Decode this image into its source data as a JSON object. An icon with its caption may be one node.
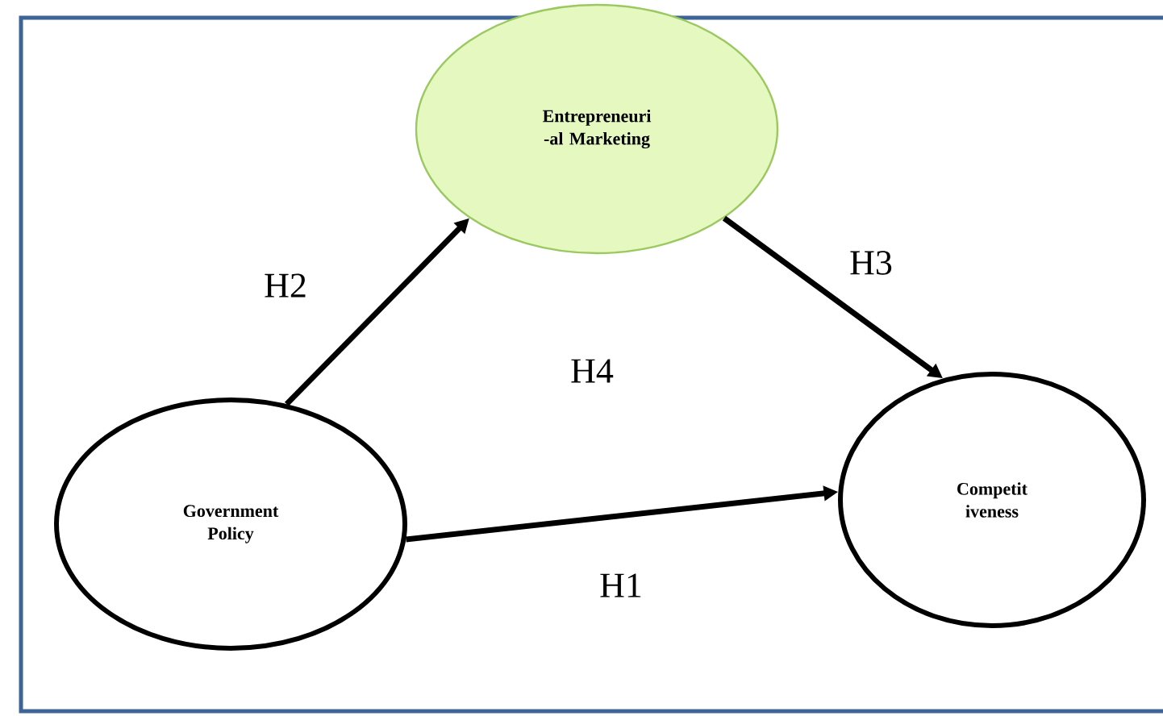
{
  "diagram": {
    "nodes": [
      {
        "text": [
          "Entrepreneuri -al Marketing"
        ]
      },
      {
        "text": [
          "Government Policy"
        ]
      },
      {
        "text": [
          "Competit iveness"
        ]
      }
    ],
    "edges": [
      {
        "from": 1,
        "to": 0,
        "arrow": "to",
        "label": "H2"
      },
      {
        "from": 0,
        "to": 2,
        "arrow": "to",
        "label": "H3"
      },
      {
        "from": 1,
        "to": 2,
        "arrow": "to",
        "label": "H1"
      }
    ],
    "labels": [
      "H4"
    ]
  }
}
